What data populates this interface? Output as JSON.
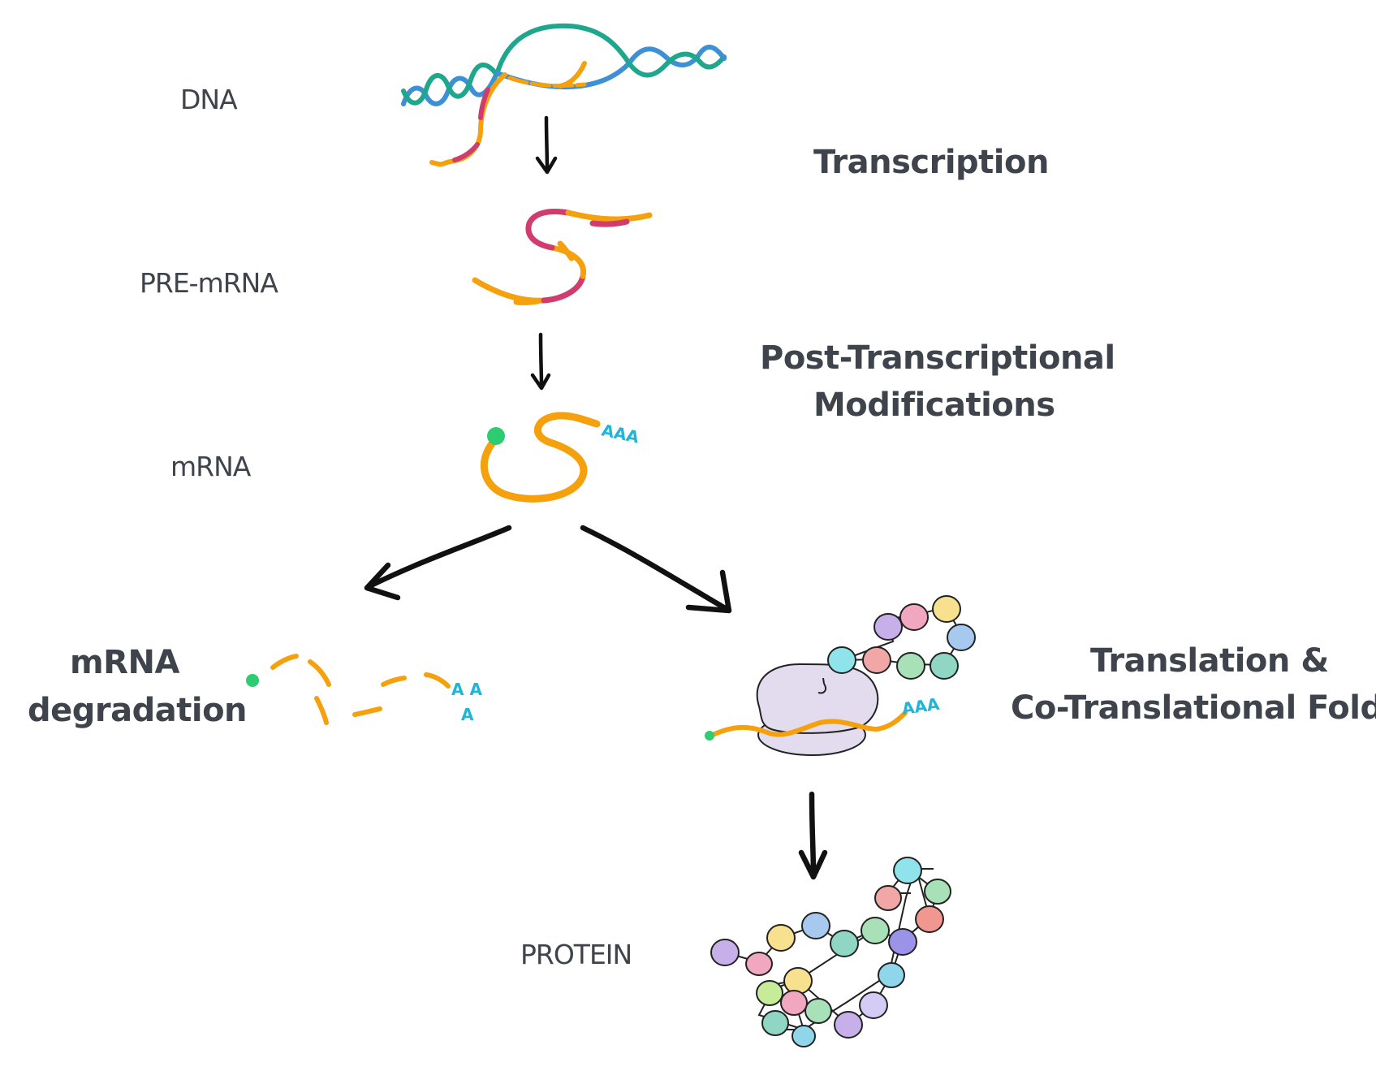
{
  "stages": {
    "dna": "DNA",
    "pre_mrna": "PRE-mRNA",
    "mrna": "mRNA",
    "protein": "PROTEIN"
  },
  "processes": {
    "transcription": "Transcription",
    "post_transcriptional_line1": "Post-Transcriptional",
    "post_transcriptional_line2": "Modifications",
    "degradation_line1": "mRNA",
    "degradation_line2": "degradation",
    "translation_line1": "Translation &",
    "translation_line2": "Co-Translational Folding"
  },
  "poly_a": {
    "mrna_tail": "AAA",
    "ribosome_tail": "AAA",
    "degraded_tail_top": "A A",
    "degraded_tail_bottom": "A"
  },
  "colors": {
    "exon": "#f5a00d",
    "intron": "#cf3d6e",
    "dna_teal": "#1fa78e",
    "dna_blue": "#3d8fd6",
    "cap": "#2ecc71",
    "poly_a": "#1fb5d6",
    "ribosome": "#e3dcef",
    "arrow": "#111111",
    "text": "#3f444c"
  },
  "icons": {
    "dna": "double-helix",
    "ribosome": "ribosome-blob",
    "protein": "bead-chain",
    "arrow": "hand-drawn-arrow"
  }
}
